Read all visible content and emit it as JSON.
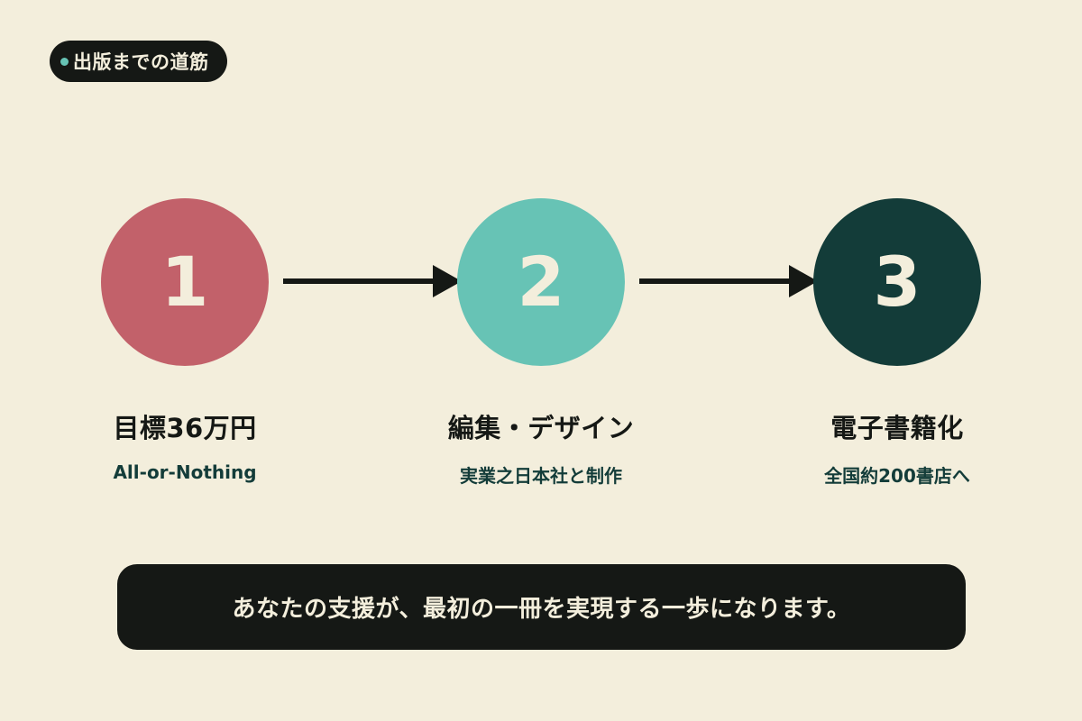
{
  "header": {
    "tag_label": "出版までの道筋"
  },
  "colors": {
    "background": "#f3eedc",
    "dark": "#151815",
    "step1": "#c2616a",
    "step2": "#67c3b5",
    "step3": "#133c39",
    "text_light": "#f3eedc"
  },
  "steps": [
    {
      "number": "1",
      "title": "目標36万円",
      "subtitle": "All-or-Nothing"
    },
    {
      "number": "2",
      "title": "編集・デザイン",
      "subtitle": "実業之日本社と制作"
    },
    {
      "number": "3",
      "title": "電子書籍化",
      "subtitle": "全国約200書店へ"
    }
  ],
  "banner": {
    "message": "あなたの支援が、最初の一冊を実現する一歩になります。"
  }
}
